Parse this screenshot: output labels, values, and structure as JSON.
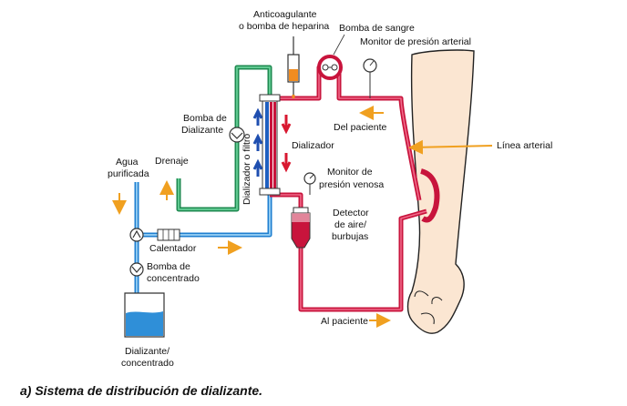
{
  "labels": {
    "anticoagulant_1": "Anticoagulante",
    "anticoagulant_2": "o bomba de heparina",
    "blood_pump": "Bomba de sangre",
    "arterial_monitor": "Monitor de presión arterial",
    "dialysate_pump_1": "Bomba de",
    "dialysate_pump_2": "Dializante",
    "drain": "Drenaje",
    "purified_water_1": "Agua",
    "purified_water_2": "purificada",
    "dialyzer": "Dializador",
    "dialyzer_filter": "Dializador o filtro",
    "from_patient": "Del paciente",
    "arterial_line": "Línea arterial",
    "venous_monitor_1": "Monitor de",
    "venous_monitor_2": "presión venosa",
    "air_detector_1": "Detector",
    "air_detector_2": "de aire/",
    "air_detector_3": "burbujas",
    "heater": "Calentador",
    "concentrate_pump_1": "Bomba de",
    "concentrate_pump_2": "concentrado",
    "to_patient": "Al paciente",
    "dialysate_container_1": "Dializante/",
    "dialysate_container_2": "concentrado"
  },
  "caption": "a) Sistema de distribución de dializante.",
  "colors": {
    "blood_line": "#c8143c",
    "dialysate_fresh": "#1f7fd0",
    "dialysate_used": "#1e8a50",
    "flow_arrow": "#f0a020",
    "skin": "#fbe6d2"
  }
}
